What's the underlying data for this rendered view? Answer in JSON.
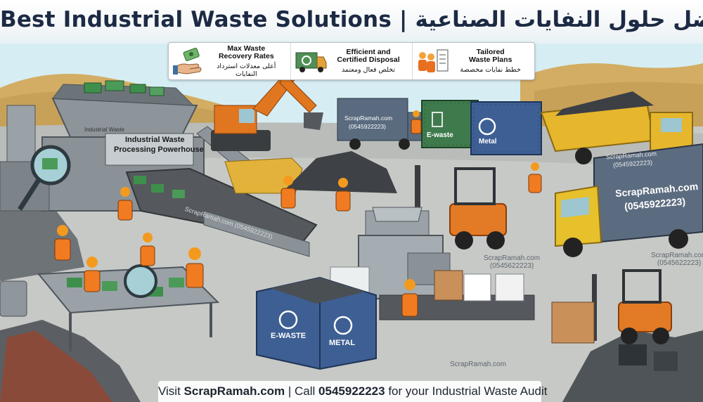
{
  "title": "Best Industrial Waste Solutions | أفضل حلول النفايات الصناعية",
  "benefits": [
    {
      "icon": "money-hand-icon",
      "en_line1": "Max Waste",
      "en_line2": "Recovery Rates",
      "ar": "أعلى معدلات استرداد النفايات"
    },
    {
      "icon": "recycling-truck-icon",
      "en_line1": "Efficient and",
      "en_line2": "Certified Disposal",
      "ar": "تخلص فعال ومعتمد"
    },
    {
      "icon": "team-checklist-icon",
      "en_line1": "Tailored",
      "en_line2": "Waste Plans",
      "ar": "خطط نفايات مخصصة"
    }
  ],
  "scene": {
    "machine_label_1": "Industrial Waste",
    "machine_label_2": "Processing Powerhouse",
    "machine_small_label": "Industrial Waste",
    "conveyor_text": "ScrapRamah.com (0545922223)",
    "truck_left_1": "ScrapRamah.com",
    "truck_left_2": "(0545922223)",
    "truck_right_1": "ScrapRamah.com",
    "truck_right_2": "(0545922223)",
    "truck_right_small_1": "ScrapRamah.com",
    "truck_right_small_2": "(0545922223)",
    "container_ewaste": "E-waste",
    "container_metal": "Metal",
    "bin_ewaste": "E-WASTE",
    "bin_metal": "METAL",
    "watermark_mid_1": "ScrapRamah.com",
    "watermark_mid_2": "(0545622223)",
    "watermark_right_1": "ScrapRamah.com",
    "watermark_right_2": "(0545622223)",
    "watermark_bottom": "ScrapRamah.com"
  },
  "footer": {
    "prefix": "Visit ",
    "site": "ScrapRamah.com",
    "middle": " | Call ",
    "phone": "0545922223",
    "suffix": " for your Industrial Waste Audit"
  },
  "colors": {
    "title": "#1c2a44",
    "container_green": "#3f7a4c",
    "container_blue": "#3d5f93",
    "truck_yellow": "#e6b62c",
    "excavator_orange": "#e0761f",
    "forklift_orange": "#e37a25"
  }
}
